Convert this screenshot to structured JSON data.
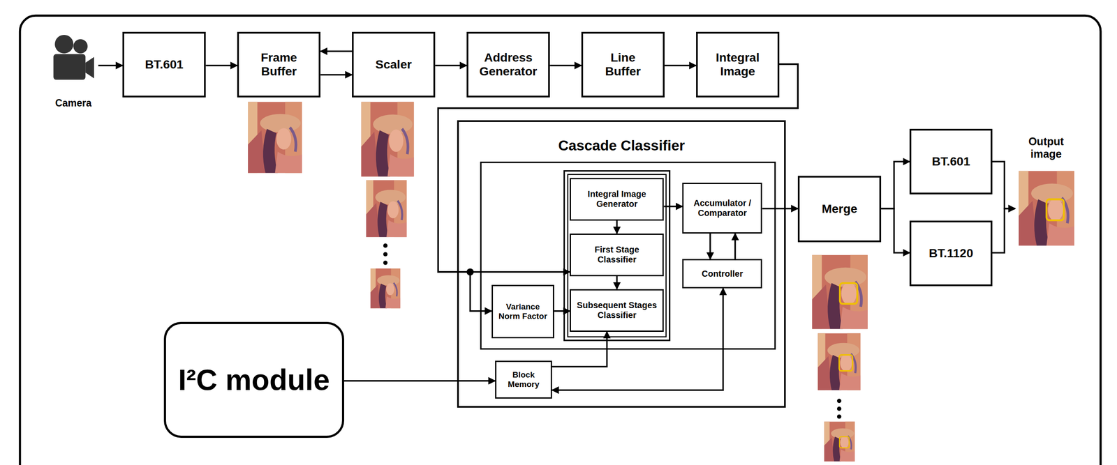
{
  "diagram": {
    "nodes": [
      {
        "text": [
          "Camera"
        ]
      },
      {
        "text": [
          "BT.601"
        ]
      },
      {
        "text": [
          "Frame Buffer"
        ]
      },
      {
        "text": [
          "Scaler"
        ]
      },
      {
        "text": [
          "Address Generator"
        ]
      },
      {
        "text": [
          "Line Buffer"
        ]
      },
      {
        "text": [
          "Integral Image"
        ]
      },
      {
        "text": [
          "Cascade Classifier"
        ]
      },
      {
        "text": [
          "Integral Image Generator"
        ],
        "in": 7
      },
      {
        "text": [
          "First Stage Classifier"
        ],
        "in": 7
      },
      {
        "text": [
          "Subsequent Stages Classifier"
        ],
        "in": 7
      },
      {
        "text": [
          "Variance Norm Factor"
        ],
        "in": 7
      },
      {
        "text": [
          "Accumulator / Comparator"
        ],
        "in": 7
      },
      {
        "text": [
          "Controller"
        ],
        "in": 7
      },
      {
        "text": [
          "Block Memory"
        ],
        "in": 7
      },
      {
        "text": [
          "I²C module"
        ]
      },
      {
        "text": [
          "Merge"
        ]
      },
      {
        "text": [
          "BT.601"
        ]
      },
      {
        "text": [
          "BT.1120"
        ]
      },
      {
        "text": [
          "Output image"
        ]
      }
    ],
    "edges": [
      {
        "from": 0,
        "to": 1,
        "arrow": "to"
      },
      {
        "from": 1,
        "to": 2,
        "arrow": "to"
      },
      {
        "from": 3,
        "to": 2,
        "arrow": "to"
      },
      {
        "from": 2,
        "to": 3,
        "arrow": "to"
      },
      {
        "from": 3,
        "to": 4,
        "arrow": "to"
      },
      {
        "from": 4,
        "to": 5,
        "arrow": "to"
      },
      {
        "from": 5,
        "to": 6,
        "arrow": "to"
      },
      {
        "from": 6,
        "to": 9,
        "arrow": "to"
      },
      {
        "from": 6,
        "to": 11,
        "arrow": "to"
      },
      {
        "from": 8,
        "to": 9,
        "arrow": "to"
      },
      {
        "from": 9,
        "to": 10,
        "arrow": "to"
      },
      {
        "from": 11,
        "to": 10,
        "arrow": "to"
      },
      {
        "from": 8,
        "to": 12,
        "arrow": "to"
      },
      {
        "from": 12,
        "to": 13,
        "arrow": "to"
      },
      {
        "from": 13,
        "to": 12,
        "arrow": "to"
      },
      {
        "from": 13,
        "to": 14,
        "arrow": "both"
      },
      {
        "from": 14,
        "to": 10,
        "arrow": "to"
      },
      {
        "from": 15,
        "to": 14,
        "arrow": "to"
      },
      {
        "from": 12,
        "to": 16,
        "arrow": "to"
      },
      {
        "from": 16,
        "to": 17,
        "arrow": "to"
      },
      {
        "from": 16,
        "to": 18,
        "arrow": "to"
      },
      {
        "from": 17,
        "to": 19,
        "arrow": "to"
      },
      {
        "from": 18,
        "to": 19,
        "arrow": "to"
      }
    ]
  }
}
